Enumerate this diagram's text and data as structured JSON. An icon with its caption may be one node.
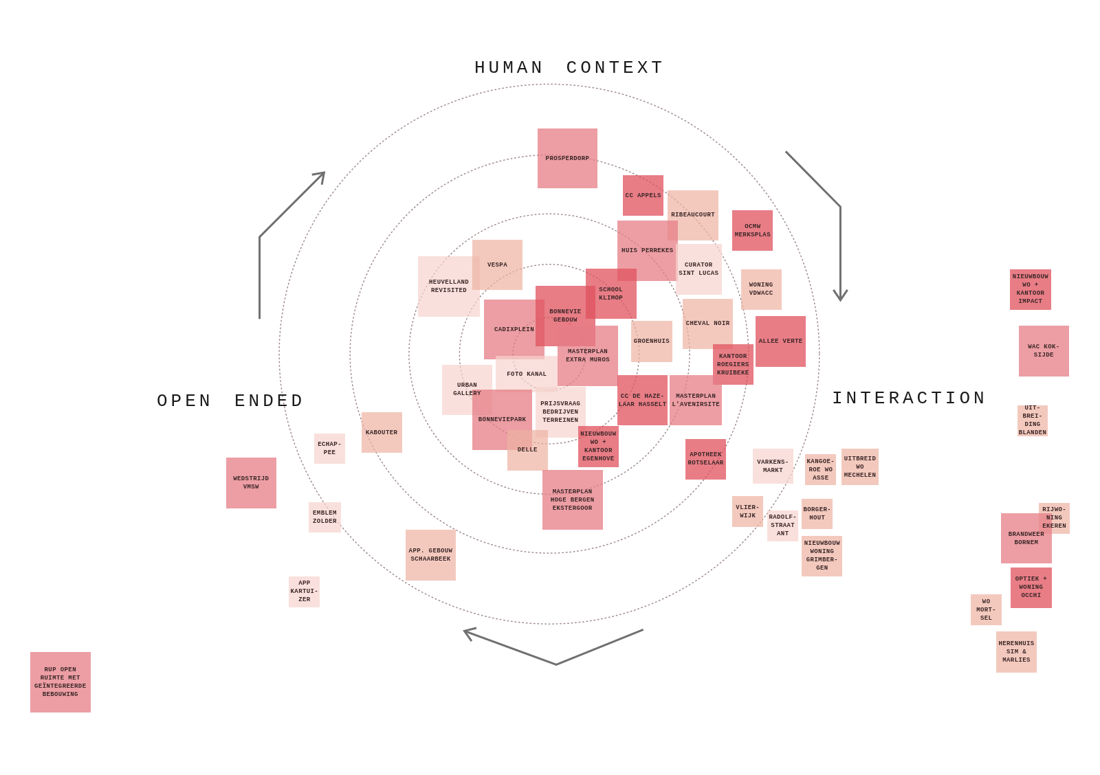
{
  "diagram": {
    "nodes": [
      {
        "text": [
          "PROSPERDORP"
        ]
      },
      {
        "text": [
          "CC APPELS"
        ]
      },
      {
        "text": [
          "RIBEAUCOURT"
        ]
      },
      {
        "text": [
          "OCMW MERKSPLAS"
        ]
      },
      {
        "text": [
          "HEUVELLAND REVISITED"
        ]
      },
      {
        "text": [
          "VESPA"
        ]
      },
      {
        "text": [
          "HUIS PERREKES"
        ]
      },
      {
        "text": [
          "CURATOR SINT LUCAS"
        ]
      },
      {
        "text": [
          "WONING VDWACC"
        ]
      },
      {
        "text": [
          "SCHOOL KLIMOP"
        ]
      },
      {
        "text": [
          "CADIXPLEIN"
        ]
      },
      {
        "text": [
          "BONNEVIE GEBOUW"
        ]
      },
      {
        "text": [
          "GROENHUIS"
        ]
      },
      {
        "text": [
          "CHEVAL NOIR"
        ]
      },
      {
        "text": [
          "ALLEE VERTE"
        ]
      },
      {
        "text": [
          "MASTERPLAN EXTRA MUROS"
        ]
      },
      {
        "text": [
          "KANTOOR ROEGIERS KRUIBEKE"
        ]
      },
      {
        "text": [
          "FOTO KANAL"
        ]
      },
      {
        "text": [
          "URBAN GALLERY"
        ]
      },
      {
        "text": [
          "CC DE HAZE- LAAR HASSELT"
        ]
      },
      {
        "text": [
          "MASTERPLAN L'AVENIRSITE"
        ]
      },
      {
        "text": [
          "BONNEVIEPARK"
        ]
      },
      {
        "text": [
          "PRIJSVRAAG BEDRIJVEN TERREINEN"
        ]
      },
      {
        "text": [
          "DELLE"
        ]
      },
      {
        "text": [
          "NIEUWBOUW WO + KANTOOR EGENHOVE"
        ]
      },
      {
        "text": [
          "APOTHEEK ROTSELAAR"
        ]
      },
      {
        "text": [
          "MASTERPLAN HOGE BERGEN EKSTERGOOR"
        ]
      },
      {
        "text": [
          "KABOUTER"
        ]
      },
      {
        "text": [
          "ECHAP- PEE"
        ]
      },
      {
        "text": [
          "WEDSTRIJD VMSW"
        ]
      },
      {
        "text": [
          "EMBLEM ZOLDER"
        ]
      },
      {
        "text": [
          "APP. GEBOUW SCHAARBEEK"
        ]
      },
      {
        "text": [
          "APP KARTUI- ZER"
        ]
      },
      {
        "text": [
          "RUP OPEN RUIMTE MET GEÏNTEGREERDE BEBOUWING"
        ]
      },
      {
        "text": [
          "VARKENS- MARKT"
        ]
      },
      {
        "text": [
          "KANGOE- ROE WO ASSE"
        ]
      },
      {
        "text": [
          "UITBREID WO MECHELEN"
        ]
      },
      {
        "text": [
          "VLIER- WIJK"
        ]
      },
      {
        "text": [
          "RADOLF- STRAAT ANT"
        ]
      },
      {
        "text": [
          "BORGER- HOUT"
        ]
      },
      {
        "text": [
          "NIEUWBOUW WONING GRIMBER- GEN"
        ]
      },
      {
        "text": [
          "NIEUWBOUW WO + KANTOOR IMPACT"
        ]
      },
      {
        "text": [
          "WAC KOK- SIJDE"
        ]
      },
      {
        "text": [
          "UIT- BREI- DING BLANDEN"
        ]
      },
      {
        "text": [
          "RIJWO- NING EKEREN"
        ]
      },
      {
        "text": [
          "BRANDWEER BORNEM"
        ]
      },
      {
        "text": [
          "OPTIEK + WONING OCCHI"
        ]
      },
      {
        "text": [
          "WO MORT- SEL"
        ]
      },
      {
        "text": [
          "HERENHUIS SIM & MARLIES"
        ]
      }
    ],
    "labels": [
      "HUMAN CONTEXT",
      "OPEN ENDED",
      "INTERACTION"
    ]
  }
}
